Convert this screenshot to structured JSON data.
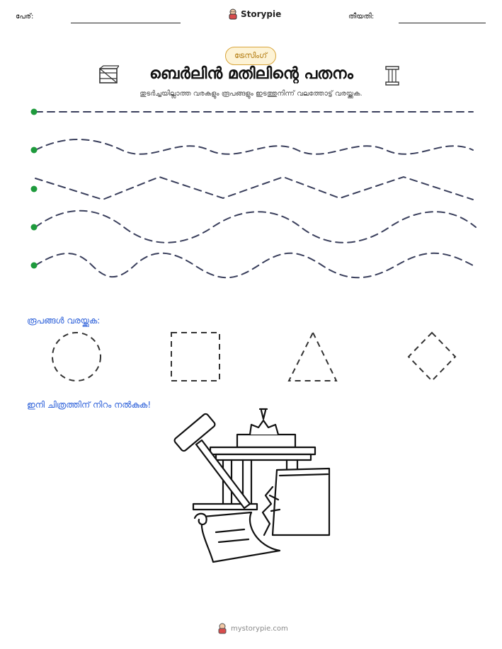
{
  "header": {
    "name_label": "പേര്:",
    "brand": "Storypie",
    "date_label": "തീയതി:"
  },
  "badge": "ട്രേസിംഗ്",
  "title": "ബെർലിൻ മതിലിന്റെ പതനം",
  "subtitle": "തുടർച്ചയില്ലാത്ത വരകളും രൂപങ്ങളും ഇടത്തുനിന്ന് വലത്തോട്ട് വരയ്ക്കുക.",
  "tracing_lines": [
    "straight",
    "wave",
    "zigzag",
    "wave",
    "wave"
  ],
  "shapes_section": {
    "label": "രൂപങ്ങൾ വരയ്ക്കുക:",
    "shapes": [
      "circle",
      "square",
      "triangle",
      "diamond"
    ]
  },
  "color_section": {
    "label": "ഇനി ചിത്രത്തിന് നിറം നൽകുക!"
  },
  "footer": {
    "url": "mystorypie.com"
  },
  "colors": {
    "dot": "#1e9a3c",
    "dash": "#3a3f5c",
    "accent": "#2b5fd9",
    "badge_border": "#d9a53a"
  },
  "icons": [
    "storypie-logo-icon",
    "crate-icon",
    "column-icon",
    "hammer-icon",
    "brandenburg-gate-icon",
    "scroll-icon",
    "wall-icon"
  ]
}
